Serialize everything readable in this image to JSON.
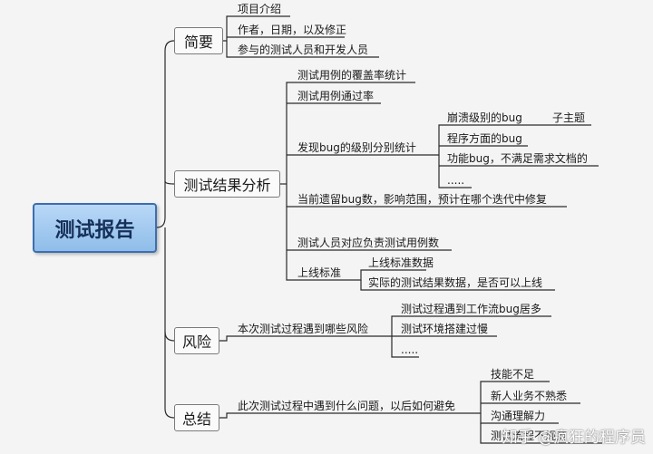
{
  "root": "测试报告",
  "branches": {
    "summary": {
      "label": "简要",
      "items": [
        "项目介绍",
        "作者，日期，以及修正",
        "参与的测试人员和开发人员"
      ]
    },
    "analysis": {
      "label": "测试结果分析",
      "items": [
        "测试用例的覆盖率统计",
        "测试用例通过率",
        "发现bug的级别分别统计",
        "当前遗留bug数，影响范围，预计在哪个迭代中修复",
        "测试人员对应负责测试用例数",
        "上线标准"
      ],
      "bug_levels": [
        "崩溃级别的bug",
        "程序方面的bug",
        "功能bug，不满足需求文档的",
        "....."
      ],
      "bug_level_note": "子主题",
      "launch_criteria": [
        "上线标准数据",
        "实际的测试结果数据，是否可以上线"
      ]
    },
    "risk": {
      "label": "风险",
      "question": "本次测试过程遇到哪些风险",
      "items": [
        "测试过程遇到工作流bug居多",
        "测试环境搭建过慢",
        "....."
      ]
    },
    "conclusion": {
      "label": "总结",
      "question": "此次测试过程中遇到什么问题，以后如何避免",
      "items": [
        "技能不足",
        "新人业务不熟悉",
        "沟通理解力",
        "测试流程不规范"
      ]
    }
  },
  "watermark": "知乎 @疯狂的程序员",
  "colors": {
    "line": "#2a2a2a",
    "root_fill": "#a6cbf0",
    "root_border": "#3b6fb0"
  }
}
